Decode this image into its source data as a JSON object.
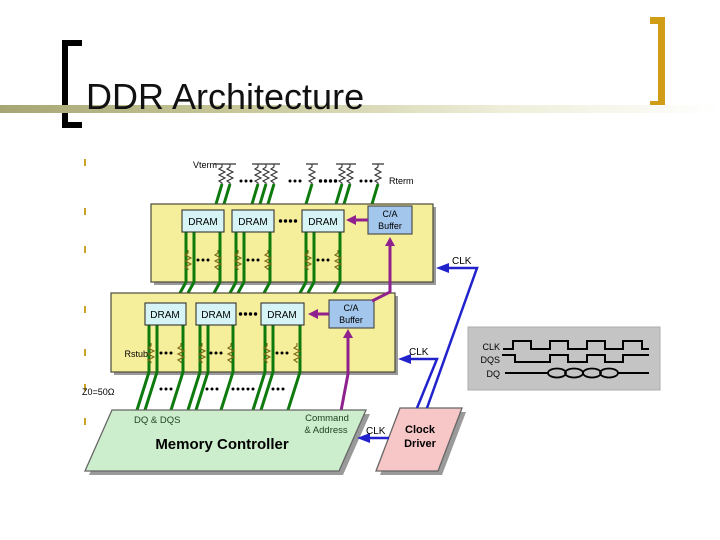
{
  "slide": {
    "title": "DDR Architecture"
  },
  "diagram": {
    "labels": {
      "vterm": "Vterm",
      "rterm": "Rterm",
      "rstub": "Rstub",
      "z0": "Z0=50Ω",
      "dram": "DRAM",
      "ca_line1": "C/A",
      "ca_line2": "Buffer",
      "clk": "CLK",
      "dq_dqs": "DQ & DQS",
      "command_line1": "Command",
      "command_line2": "& Address",
      "memory_controller": "Memory Controller",
      "clock_driver_line1": "Clock",
      "clock_driver_line2": "Driver"
    },
    "waveform": {
      "clk": "CLK",
      "dqs": "DQS",
      "dq": "DQ"
    },
    "colors": {
      "module_yellow": "#f5ee9a",
      "dram_cyan": "#d6f3f6",
      "buffer_blue": "#a3c6ec",
      "trace_green": "#0e7a0e",
      "arrow_purple": "#8e218e",
      "clk_blue": "#2222cc",
      "controller_green": "#cdeecd",
      "driver_pink": "#f7c6c6",
      "waveform_gray": "#c4c4c4",
      "accent_gold": "#d29d16",
      "title_rule_olive": "#a6a674"
    }
  }
}
